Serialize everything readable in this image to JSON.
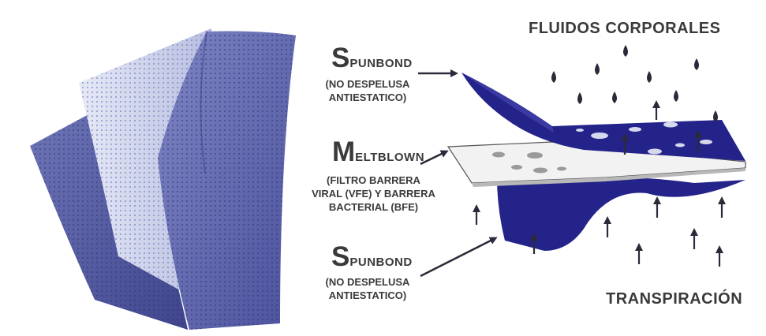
{
  "top_title": "FLUIDOS CORPORALES",
  "bottom_title": "TRANSPIRACIÓN",
  "layers": [
    {
      "initial": "S",
      "rest": "PUNBOND",
      "desc": [
        "(NO DESPELUSA",
        "ANTIESTATICO)"
      ]
    },
    {
      "initial": "M",
      "rest": "ELTBLOWN",
      "desc": [
        "(FILTRO BARRERA",
        "VIRAL (VFE) Y BARRERA",
        "BACTERIAL (BFE)"
      ]
    },
    {
      "initial": "S",
      "rest": "PUNBOND",
      "desc": [
        "(NO DESPELUSA",
        "ANTIESTATICO)"
      ]
    }
  ],
  "colors": {
    "spunbond": "#24238a",
    "meltblown": "#f2f2f2",
    "fabric": "#5a5ea6",
    "text": "#3a3a3a",
    "drop": "#2a2a3a"
  }
}
